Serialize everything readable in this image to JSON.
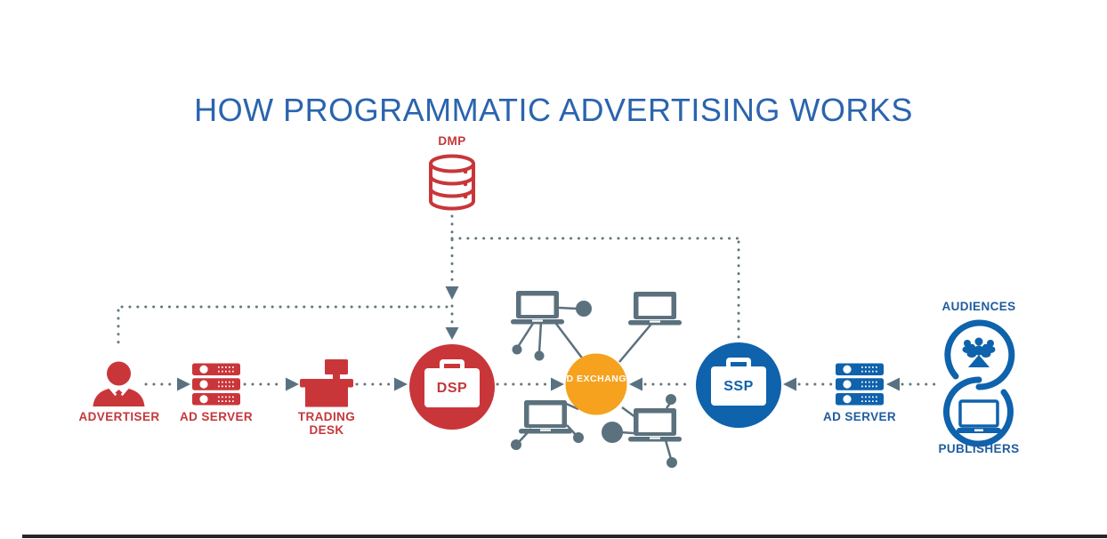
{
  "title": "HOW PROGRAMMATIC ADVERTISING WORKS",
  "colors": {
    "title_blue": "#2a64ae",
    "red": "#c9363a",
    "blue": "#0f62ac",
    "orange": "#f6a21e",
    "gray": "#5b717d",
    "dot_gray": "#64787f",
    "bottom_bar": "#26262c",
    "white": "#ffffff"
  },
  "nodes": {
    "dmp": {
      "label": "DMP"
    },
    "advertiser": {
      "label": "ADVERTISER"
    },
    "ad_server_left": {
      "label": "AD SERVER"
    },
    "trading_desk": {
      "line1": "TRADING",
      "line2": "DESK"
    },
    "dsp": {
      "label": "DSP"
    },
    "ad_exchange": {
      "line1": "AD",
      "line2": "EXCHANGE"
    },
    "ssp": {
      "label": "SSP"
    },
    "ad_server_right": {
      "label": "AD SERVER"
    },
    "audiences": {
      "label": "AUDIENCES"
    },
    "publishers": {
      "label": "PUBLISHERS"
    }
  },
  "icons": [
    "database-icon",
    "businessman-icon",
    "server-icon",
    "desk-icon",
    "briefcase-icon",
    "laptop-icon",
    "network-node-icon",
    "people-group-icon"
  ]
}
